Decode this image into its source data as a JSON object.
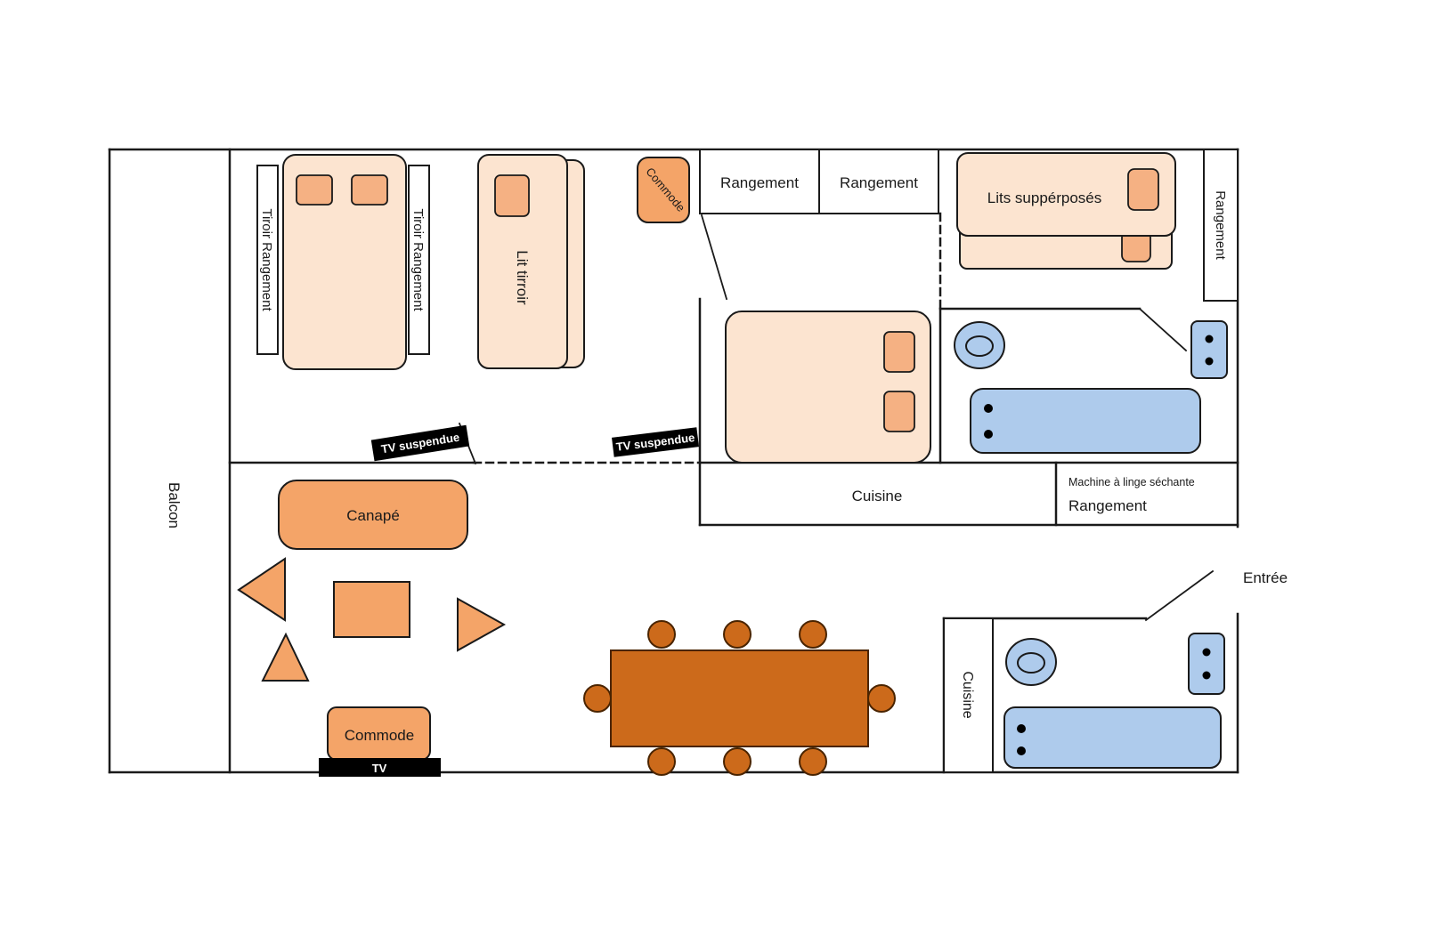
{
  "colors": {
    "wall": "#1a1a1a",
    "bed_fill": "#fce4d0",
    "pillow_fill": "#f5b183",
    "sofa_fill": "#f4a468",
    "table_fill": "#cc6a1b",
    "table_stroke": "#4a2400",
    "blue_fill": "#aecbec",
    "blue_stroke": "#1a1a1a"
  },
  "rooms": {
    "balcony": "Balcon",
    "kitchen_main": "Cuisine",
    "kitchen_entry": "Cuisine",
    "entrance": "Entrée"
  },
  "storage": {
    "drawer_left": "Tiroir Rangement",
    "drawer_right": "Tiroir Rangement",
    "hall_1": "Rangement",
    "hall_2": "Rangement",
    "right_wall": "Rangement",
    "laundry_title": "Machine à linge séchante",
    "laundry_sub": "Rangement"
  },
  "furniture": {
    "drawer_bed": "Lit tirroir",
    "bunk_beds": "Lits suppérposés",
    "dresser_hall": "Commode",
    "sofa": "Canapé",
    "dresser_living": "Commode",
    "tv": "TV",
    "tv_wall_1": "TV suspendue",
    "tv_wall_2": "TV suspendue"
  }
}
